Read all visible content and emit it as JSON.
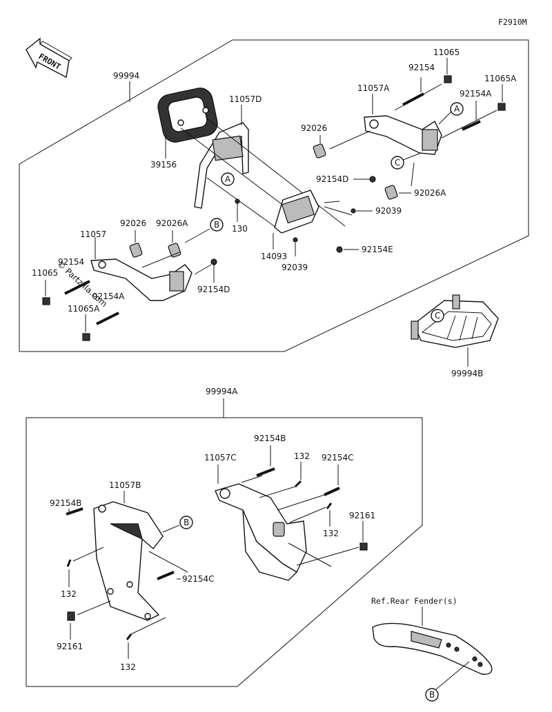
{
  "diagram_code": "F2910M",
  "front_label": "FRONT",
  "watermark": "© Partzilla.com",
  "callouts": {
    "a": "A",
    "b": "B",
    "c": "C"
  },
  "top_group": {
    "assembly": "99994",
    "parts": {
      "p11065_right": "11065",
      "p92154_right": "92154",
      "p11057A": "11057A",
      "p11065A_right": "11065A",
      "p92154A_right": "92154A",
      "p11057D": "11057D",
      "p92026_right": "92026",
      "p39156": "39156",
      "p92154D_right": "92154D",
      "p92026A_right": "92026A",
      "p92039_a": "92039",
      "p92026_left": "92026",
      "p92026A_left": "92026A",
      "p11057": "11057",
      "p130": "130",
      "p92154E": "92154E",
      "p14093": "14093",
      "p92039_b": "92039",
      "p92154_left": "92154",
      "p11065_left": "11065",
      "p92154A_left": "92154A",
      "p11065A_left": "11065A",
      "p92154D_left": "92154D",
      "p99994B": "99994B"
    }
  },
  "bottom_group": {
    "assembly": "99994A",
    "parts": {
      "p92154B_top": "92154B",
      "p132_top": "132",
      "p92154C_top": "92154C",
      "p11057C": "11057C",
      "p11057B": "11057B",
      "p92161_right": "92161",
      "p132_mid": "132",
      "p92154B_left": "92154B",
      "p92154C_left": "92154C",
      "p132_left": "132",
      "p92161_left": "92161",
      "p132_bottom": "132"
    }
  },
  "reference_note": "Ref.Rear Fender(s)"
}
